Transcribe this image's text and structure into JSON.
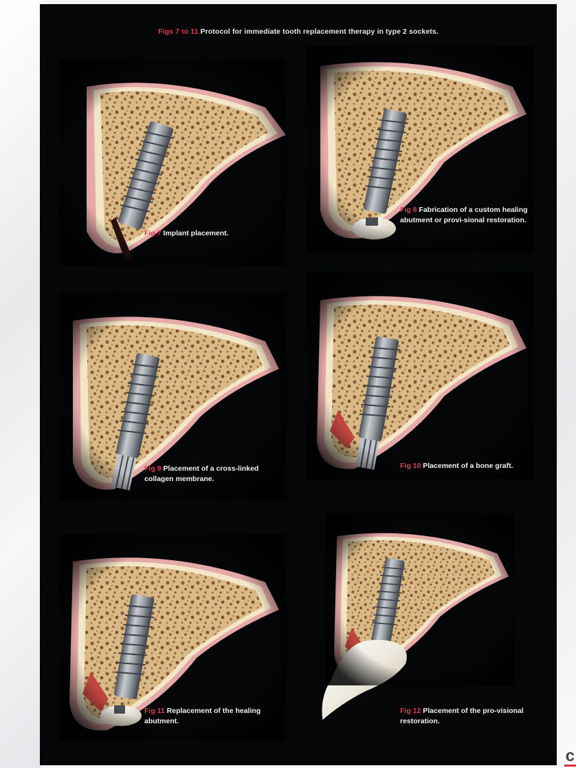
{
  "header": {
    "prefix": "Figs 7 to 11",
    "text": " Protocol for immediate tooth replacement therapy in type 2 sockets."
  },
  "figures": [
    {
      "label": "Fig 7",
      "text": " Implant placement."
    },
    {
      "label": "Fig 8",
      "text": " Fabrication of a custom healing abutment or provi-sional restoration."
    },
    {
      "label": "Fig 9",
      "text": " Placement of a cross-linked collagen membrane."
    },
    {
      "label": "Fig 10",
      "text": " Placement of a bone graft."
    },
    {
      "label": "Fig 11",
      "text": " Replacement of the healing abutment."
    },
    {
      "label": "Fig 12",
      "text": " Placement of the pro-visional restoration."
    }
  ],
  "corner_text": "c",
  "colors": {
    "accent": "#e23a4b",
    "background": "#050608",
    "bone": "#c9a676",
    "gum": "#d48b8d",
    "implant": "#8e949c"
  }
}
